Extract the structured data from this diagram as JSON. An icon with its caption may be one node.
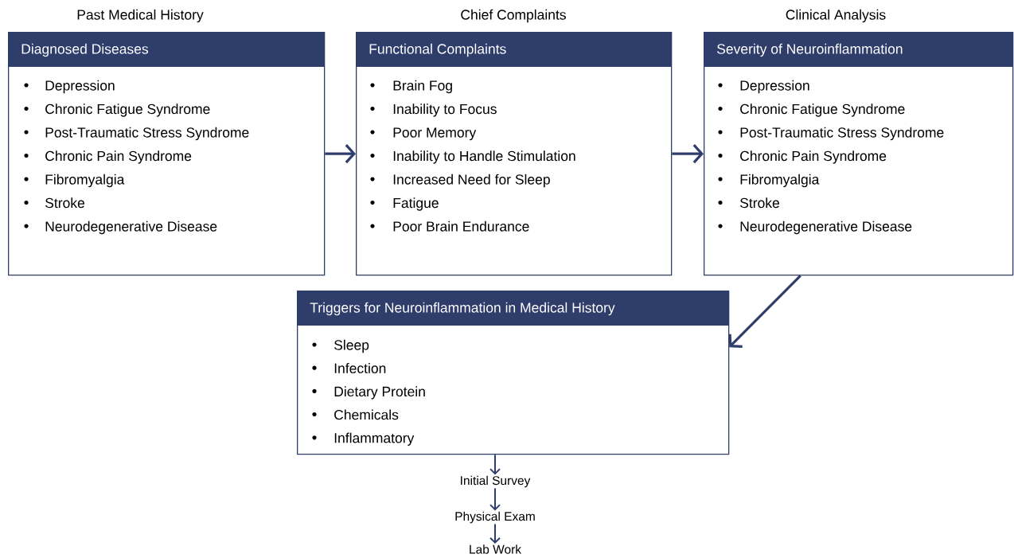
{
  "diagram": {
    "nodes": [
      {
        "text": [
          "Past Medical History",
          "Diagnosed Diseases",
          "Depression",
          "Chronic Fatigue Syndrome",
          "Post-Traumatic Stress Syndrome",
          "Chronic Pain Syndrome",
          "Fibromyalgia",
          "Stroke",
          "Neurodegenerative Disease"
        ]
      },
      {
        "text": [
          "Chief Complaints",
          "Functional Complaints",
          "Brain Fog",
          "Inability to Focus",
          "Poor Memory",
          "Inability to Handle Stimulation",
          "Increased Need for Sleep",
          "Fatigue",
          "Poor Brain Endurance"
        ]
      },
      {
        "text": [
          "Clinical Analysis",
          "Severity of Neuroinflammation",
          "Depression",
          "Chronic Fatigue Syndrome",
          "Post-Traumatic Stress Syndrome",
          "Chronic Pain Syndrome",
          "Fibromyalgia",
          "Stroke",
          "Neurodegenerative Disease"
        ]
      },
      {
        "text": [
          "Triggers for Neuroinflammation in Medical History",
          "Sleep",
          "Infection",
          "Dietary Protein",
          "Chemicals",
          "Inflammatory"
        ]
      },
      {
        "text": [
          "Initial Survey"
        ]
      },
      {
        "text": [
          "Physical Exam"
        ]
      },
      {
        "text": [
          "Lab Work"
        ]
      }
    ],
    "edges": [
      {
        "from": 0,
        "to": 1,
        "arrow": "to"
      },
      {
        "from": 1,
        "to": 2,
        "arrow": "to"
      },
      {
        "from": 2,
        "to": 3,
        "arrow": "to"
      },
      {
        "from": 3,
        "to": 4,
        "arrow": "to"
      },
      {
        "from": 4,
        "to": 5,
        "arrow": "to"
      },
      {
        "from": 5,
        "to": 6,
        "arrow": "to"
      }
    ]
  }
}
